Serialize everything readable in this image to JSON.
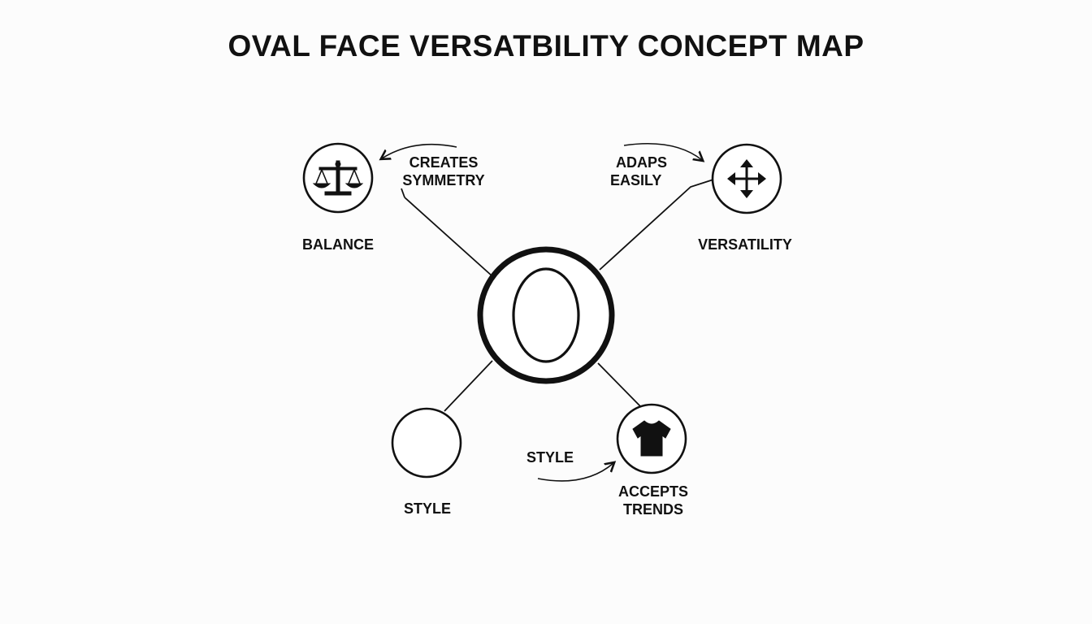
{
  "title": "OVAL FACE VERSATBILITY CONCEPT MAP",
  "nodes": {
    "balance": {
      "label": "BALANCE",
      "icon": "balance-scale-icon"
    },
    "versatility": {
      "label": "VERSATILITY",
      "icon": "move-arrows-icon"
    },
    "center": {
      "icon": "oval-face-icon"
    },
    "style": {
      "label": "STYLE",
      "icon": "empty-circle"
    },
    "trends": {
      "icon": "tshirt-icon"
    }
  },
  "annotations": {
    "creates_symmetry": [
      "CREATES",
      "SYMMETRY"
    ],
    "adapts_easily": [
      "ADAPS",
      "EASILY"
    ],
    "style_arrow": "STYLE",
    "accepts_trends": [
      "ACCEPTS",
      "TRENDS"
    ]
  },
  "colors": {
    "ink": "#111111",
    "background": "#fcfcfc"
  }
}
